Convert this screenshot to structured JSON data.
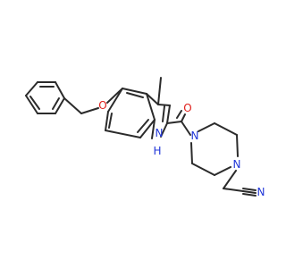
{
  "molecule": {
    "colors": {
      "bond": "#2b2b2b",
      "oxygen": "#e0201c",
      "nitrogen": "#2137d8"
    },
    "labels": {
      "ether_oxygen": "O",
      "carbonyl_oxygen": "O",
      "indole_nh": "N",
      "indole_h": "H",
      "piperazine_n1": "N",
      "piperazine_n4": "N",
      "nitrile_n": "N"
    }
  }
}
